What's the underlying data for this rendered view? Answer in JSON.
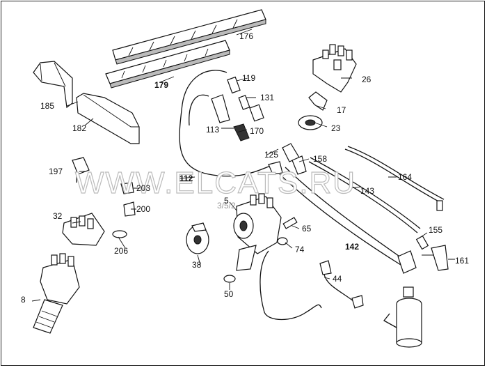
{
  "watermark": "WWW.ELCATS.RU",
  "diagram_code": "3/5/2",
  "part_labels": {
    "p176": "176",
    "p179": "179",
    "p185": "185",
    "p182": "182",
    "p119": "119",
    "p131": "131",
    "p113": "113",
    "p170": "170",
    "p26": "26",
    "p17": "17",
    "p23": "23",
    "p125": "125",
    "p158": "158",
    "p164": "164",
    "p143": "143",
    "p197": "197",
    "p112": "112",
    "p203": "203",
    "p200": "200",
    "p32": "32",
    "p206": "206",
    "p5": "5",
    "p65": "65",
    "p74": "74",
    "p155": "155",
    "p142": "142",
    "p161": "161",
    "p38": "38",
    "p44": "44",
    "p50": "50",
    "p8": "8"
  }
}
